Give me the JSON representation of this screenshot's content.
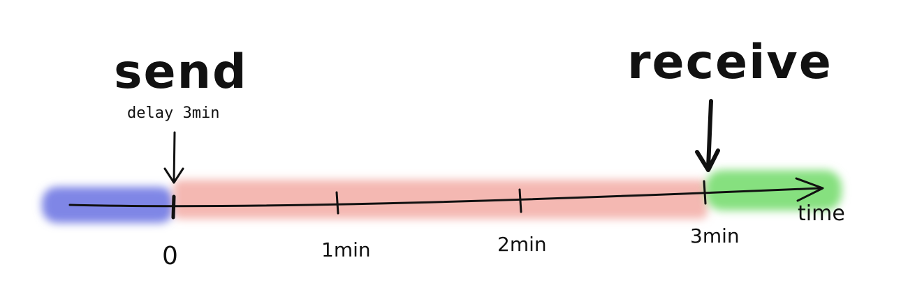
{
  "labels": {
    "send": "send",
    "delay": "delay 3min",
    "receive": "receive",
    "axis": "time"
  },
  "ticks": [
    "0",
    "1min",
    "2min",
    "3min"
  ],
  "colors": {
    "before_send": "#7f86e6",
    "in_transit": "#f4b8b2",
    "after_receive": "#86e07f",
    "ink": "#111111"
  }
}
